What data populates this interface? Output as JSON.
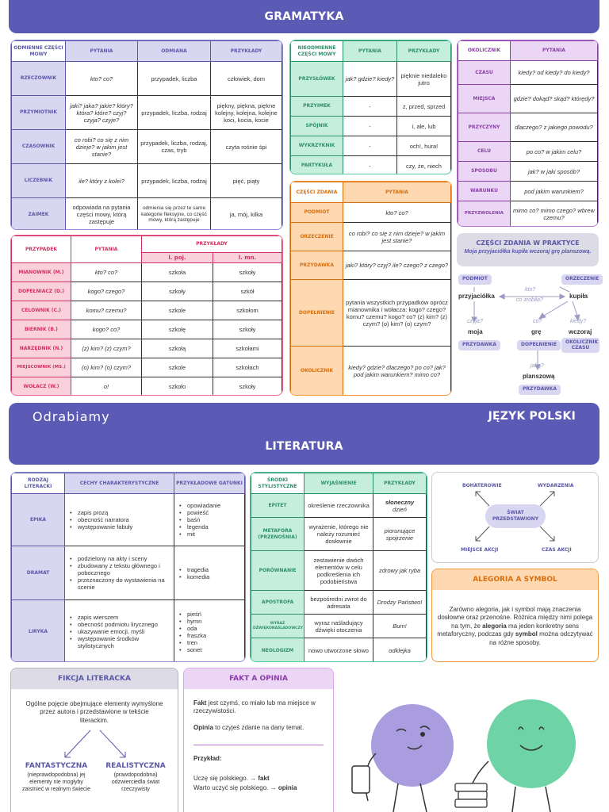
{
  "header": {
    "title": "GRAMATYKA"
  },
  "odmienne": {
    "headers": [
      "ODMIENNE CZĘŚCI MOWY",
      "PYTANIA",
      "ODMIANA",
      "PRZYKŁADY"
    ],
    "rows": [
      {
        "label": "RZECZOWNIK",
        "q": "kto? co?",
        "odm": "przypadek, liczba",
        "ex": "człowiek, dom"
      },
      {
        "label": "PRZYMIOTNIK",
        "q": "jaki? jaka? jakie? który? która? które? czyj? czyja? czyje?",
        "odm": "przypadek, liczba, rodzaj",
        "ex": "piękny, piękna, piękne kolejny, kolejna, kolejne koci, kocia, kocie"
      },
      {
        "label": "CZASOWNIK",
        "q": "co robi? co się z nim dzieje? w jakim jest stanie?",
        "odm": "przypadek, liczba, rodzaj, czas, tryb",
        "ex": "czyta rośnie śpi"
      },
      {
        "label": "LICZEBNIK",
        "q": "ile? który z kolei?",
        "odm": "przypadek, liczba, rodzaj",
        "ex": "pięć, piąty"
      },
      {
        "label": "ZAIMEK",
        "q": "odpowiada na pytania części mowy, którą zastępuje",
        "odm": "odmienia się przez te same kategorie fleksyjne, co część mowy, którą zastępuje",
        "ex": "ja, mój, kilka"
      }
    ]
  },
  "nieodmienne": {
    "headers": [
      "NIEODMIENNE CZĘŚCI MOWY",
      "PYTANIA",
      "PRZYKŁADY"
    ],
    "rows": [
      {
        "label": "PRZYSŁÓWEK",
        "q": "jak? gdzie? kiedy?",
        "ex": "pięknie niedaleko jutro"
      },
      {
        "label": "PRZYIMEK",
        "q": "-",
        "ex": "z, przed, sprzed"
      },
      {
        "label": "SPÓJNIK",
        "q": "-",
        "ex": "i, ale, lub"
      },
      {
        "label": "WYKRZYKNIK",
        "q": "-",
        "ex": "och!, hura!"
      },
      {
        "label": "PARTYKUŁA",
        "q": "-",
        "ex": "czy, że, niech"
      }
    ]
  },
  "okolicznik": {
    "headers": [
      "OKOLICZNIK",
      "PYTANIA"
    ],
    "rows": [
      {
        "label": "CZASU",
        "q": "kiedy? od kiedy? do kiedy?"
      },
      {
        "label": "MIEJSCA",
        "q": "gdzie? dokąd? skąd? którędy?"
      },
      {
        "label": "PRZYCZYNY",
        "q": "dlaczego? z jakiego powodu?"
      },
      {
        "label": "CELU",
        "q": "po co? w jakim celu?"
      },
      {
        "label": "SPOSOBU",
        "q": "jak? w jaki sposób?"
      },
      {
        "label": "WARUNKU",
        "q": "pod jakim warunkiem?"
      },
      {
        "label": "PRZYZWOLENIA",
        "q": "mimo co? mimo czego? wbrew czemu?"
      }
    ]
  },
  "przypadki": {
    "headers": [
      "PRZYPADEK",
      "PYTANIA",
      "PRZYKŁADY",
      "l. poj.",
      "l. mn."
    ],
    "rows": [
      {
        "label": "MIANOWNIK (M.)",
        "q": "kto? co?",
        "sg": "szkoła",
        "pl": "szkoły"
      },
      {
        "label": "DOPEŁNIACZ (D.)",
        "q": "kogo? czego?",
        "sg": "szkoły",
        "pl": "szkół"
      },
      {
        "label": "CELOWNIK (C.)",
        "q": "komu? czemu?",
        "sg": "szkole",
        "pl": "szkołom"
      },
      {
        "label": "BIERNIK (B.)",
        "q": "kogo? co?",
        "sg": "szkołę",
        "pl": "szkoły"
      },
      {
        "label": "NARZĘDNIK (N.)",
        "q": "(z) kim? (z) czym?",
        "sg": "szkołą",
        "pl": "szkołami"
      },
      {
        "label": "MIEJSCOWNIK (Ms.)",
        "q": "(o) kim? (o) czym?",
        "sg": "szkole",
        "pl": "szkołach"
      },
      {
        "label": "WOŁACZ (W.)",
        "q": "o!",
        "sg": "szkoło",
        "pl": "szkoły"
      }
    ]
  },
  "czesci_zdania": {
    "headers": [
      "CZĘŚCI ZDANIA",
      "PYTANIA"
    ],
    "rows": [
      {
        "label": "PODMIOT",
        "q": "kto? co?"
      },
      {
        "label": "ORZECZENIE",
        "q": "co robi? co się z nim dzieje? w jakim jest stanie?"
      },
      {
        "label": "PRZYDAWKA",
        "q": "jaki? który? czyj? ile? czego? z czego?"
      },
      {
        "label": "DOPEŁNIENIE",
        "q": "pytania wszystkich przypadków oprócz mianownika i wołacza: kogo? czego? komu? czemu? kogo? co? (z) kim? (z) czym? (o) kim? (o) czym?"
      },
      {
        "label": "OKOLICZNIK",
        "q": "kiedy? gdzie? dlaczego? po co? jak? pod jakim warunkiem? mimo co?"
      }
    ]
  },
  "praktyka": {
    "title": "CZĘŚCI ZDANIA W PRAKTYCE",
    "sentence": "Moja przyjaciółka kupiła wczoraj grę planszową.",
    "chips": {
      "podmiot": "PODMIOT",
      "orzeczenie": "ORZECZENIE",
      "przydawka1": "PRZYDAWKA",
      "dopelnienie": "DOPEŁNIENIE",
      "okolicznik": "OKOLICZNIK CZASU",
      "przydawka2": "PRZYDAWKA"
    },
    "words": {
      "przyjaciolka": "przyjaciółka",
      "kupila": "kupiła",
      "moja": "moja",
      "gre": "grę",
      "wczoraj": "wczoraj",
      "planszowa": "planszową"
    },
    "questions": {
      "kto": "kto?",
      "co_zrobila": "co zrobiła?",
      "czyja": "czyja?",
      "co": "co?",
      "kiedy": "kiedy?",
      "jaka": "jaką?"
    }
  },
  "brand": {
    "logo": "Odrabiamy",
    "subject": "JĘZYK POLSKI",
    "section": "LITERATURA"
  },
  "rodzaje": {
    "headers": [
      "RODZAJ LITERACKI",
      "CECHY CHARAKTERYSTYCZNE",
      "PRZYKŁADOWE GATUNKI"
    ],
    "rows": [
      {
        "label": "EPIKA",
        "cechy": [
          "zapis prozą",
          "obecność narratora",
          "występowanie fabuły"
        ],
        "gatunki": [
          "opowiadanie",
          "powieść",
          "baśń",
          "legenda",
          "mit"
        ]
      },
      {
        "label": "DRAMAT",
        "cechy": [
          "podzielony na akty i sceny",
          "zbudowany z tekstu głównego i pobocznego",
          "przeznaczony do wystawienia na scenie"
        ],
        "gatunki": [
          "tragedia",
          "komedia"
        ]
      },
      {
        "label": "LIRYKA",
        "cechy": [
          "zapis wierszem",
          "obecność podmiotu lirycznego",
          "ukazywanie emocji, myśli",
          "występowanie środków stylistycznych"
        ],
        "gatunki": [
          "pieśń",
          "hymn",
          "oda",
          "fraszka",
          "tren",
          "sonet"
        ]
      }
    ]
  },
  "srodki": {
    "headers": [
      "ŚRODKI STYLISTYCZNE",
      "WYJAŚNIENIE",
      "PRZYKŁADY"
    ],
    "rows": [
      {
        "label": "EPITET",
        "exp": "określenie rzeczownika",
        "ex1": "słoneczny",
        "ex2": "dzień"
      },
      {
        "label": "METAFORA (PRZENOŚNIA)",
        "exp": "wyrażenie, którego nie należy rozumieć dosłownie",
        "ex1": "",
        "ex2": "piorunujące spojrzenie"
      },
      {
        "label": "PORÓWNANIE",
        "exp": "zestawienie dwóch elementów w celu podkreślenia ich podobieństwa",
        "ex1": "",
        "ex2": "zdrowy jak ryba"
      },
      {
        "label": "APOSTROFA",
        "exp": "bezpośredni zwrot do adresata",
        "ex1": "",
        "ex2": "Drodzy Państwo!"
      },
      {
        "label": "WYRAZ DŹWIĘKONAŚLADOWCZY",
        "exp": "wyraz naśladujący dźwięki otoczenia",
        "ex1": "",
        "ex2": "Bum!"
      },
      {
        "label": "NEOLOGIZM",
        "exp": "nowo utworzone słowo",
        "ex1": "",
        "ex2": "odklejka"
      }
    ]
  },
  "swiat": {
    "center": "ŚWIAT PRZEDSTAWIONY",
    "tl": "BOHATEROWIE",
    "tr": "WYDARZENIA",
    "bl": "MIEJSCE AKCJI",
    "br": "CZAS AKCJI"
  },
  "alegoria": {
    "title": "ALEGORIA A SYMBOL",
    "p1": "Zarówno alegoria, jak i symbol mają znaczenia dosłowne oraz przenośne. Różnica między nimi polega na tym, że ",
    "b1": "alegoria",
    "p2": " ma jeden konkretny sens metaforyczny, podczas gdy ",
    "b2": "symbol",
    "p3": " można odczytywać na różne sposoby."
  },
  "fikcja": {
    "title": "FIKCJA LITERACKA",
    "text": "Ogólne pojęcie obejmujące elementy wymyślone przez autora i przedstawione w tekście literackim.",
    "left_title": "FANTASTYCZNA",
    "left_text": "(nieprawdopodobna) jej elementy nie mogłyby zaistnieć w realnym świecie",
    "right_title": "REALISTYCZNA",
    "right_text": "(prawdopodobna) odzwierciedla świat rzeczywisty"
  },
  "fakt": {
    "title": "FAKT A OPINIA",
    "fakt_b": "Fakt",
    "fakt_t": " jest czymś, co miało lub ma miejsce w rzeczywistości.",
    "opinia_b": "Opinia",
    "opinia_t": " to czyjeś zdanie na dany temat.",
    "example_label": "Przykład:",
    "ex1": "Uczę się polskiego. → ",
    "ex1b": "fakt",
    "ex2": "Warto uczyć się polskiego. → ",
    "ex2b": "opinia"
  },
  "colors": {
    "banner": "#5b5bb5",
    "purple": "#8f8ad6",
    "green": "#52c79a",
    "violet": "#b776d1",
    "pink": "#ec6c94",
    "orange": "#f59a3c"
  }
}
